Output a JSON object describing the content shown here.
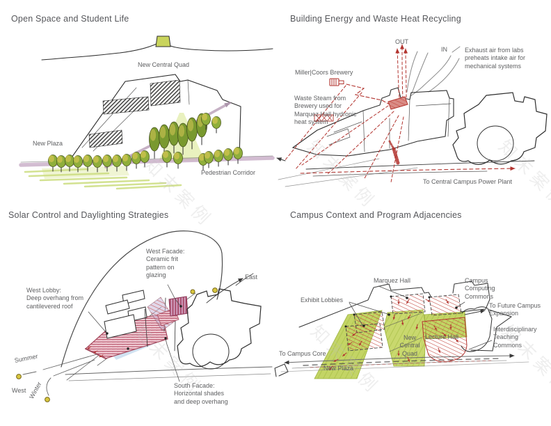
{
  "watermark": {
    "text": "知末案例"
  },
  "inks": {
    "line": "#2e2e2e",
    "red": "#b2332e",
    "tree_green": "#8fae3b",
    "quad_green": "#c3d465",
    "mauve": "#c7abc6",
    "pink": "#f2ccd6",
    "blue_shadow": "#c5dbee",
    "sun_yellow": "#d8c63f",
    "text_gray": "#5f6062"
  },
  "panels": {
    "open_space": {
      "title": "Open Space and Student Life",
      "labels": {
        "new_central_quad": "New Central Quad",
        "new_plaza": "New Plaza",
        "pedestrian_corridor": "Pedestrian Corridor"
      }
    },
    "energy": {
      "title": "Building Energy and Waste Heat Recycling",
      "labels": {
        "out": "OUT",
        "in": "IN",
        "exhaust": "Exhaust air from labs\npreheats intake air for\nmechanical systems",
        "brewery": "Miller|Coors Brewery",
        "waste_steam": "Waste Steam from\nBrewery used for\nMarquez Hall hydronic\nheat system",
        "power_plant": "To Central Campus Power Plant"
      }
    },
    "solar": {
      "title": "Solar Control and Daylighting Strategies",
      "labels": {
        "west_facade": "West Facade:\nCeramic frit\npattern on\nglazing",
        "east": "East",
        "west_lobby": "West Lobby:\nDeep overhang from\ncantilevered roof",
        "summer": "Summer",
        "west": "West",
        "winter": "Winter",
        "south_facade": "South Facade:\nHorizontal shades\nand deep overhang"
      }
    },
    "campus": {
      "title": "Campus Context and Program Adjacencies",
      "labels": {
        "marquez_hall": "Marquez Hall",
        "campus_computing": "Campus\nComputing\nCommons",
        "exhibit_lobbies": "Exhibit Lobbies",
        "future_expansion": "To Future Campus\nExpansion",
        "interdisciplinary": "Interdisciplinary\nTeaching\nCommons",
        "new_central_quad": "New\nCentral\nQuad",
        "lecture_hall": "Lecture Hall",
        "to_campus_core": "To Campus Core",
        "new_plaza": "New Plaza"
      }
    }
  }
}
